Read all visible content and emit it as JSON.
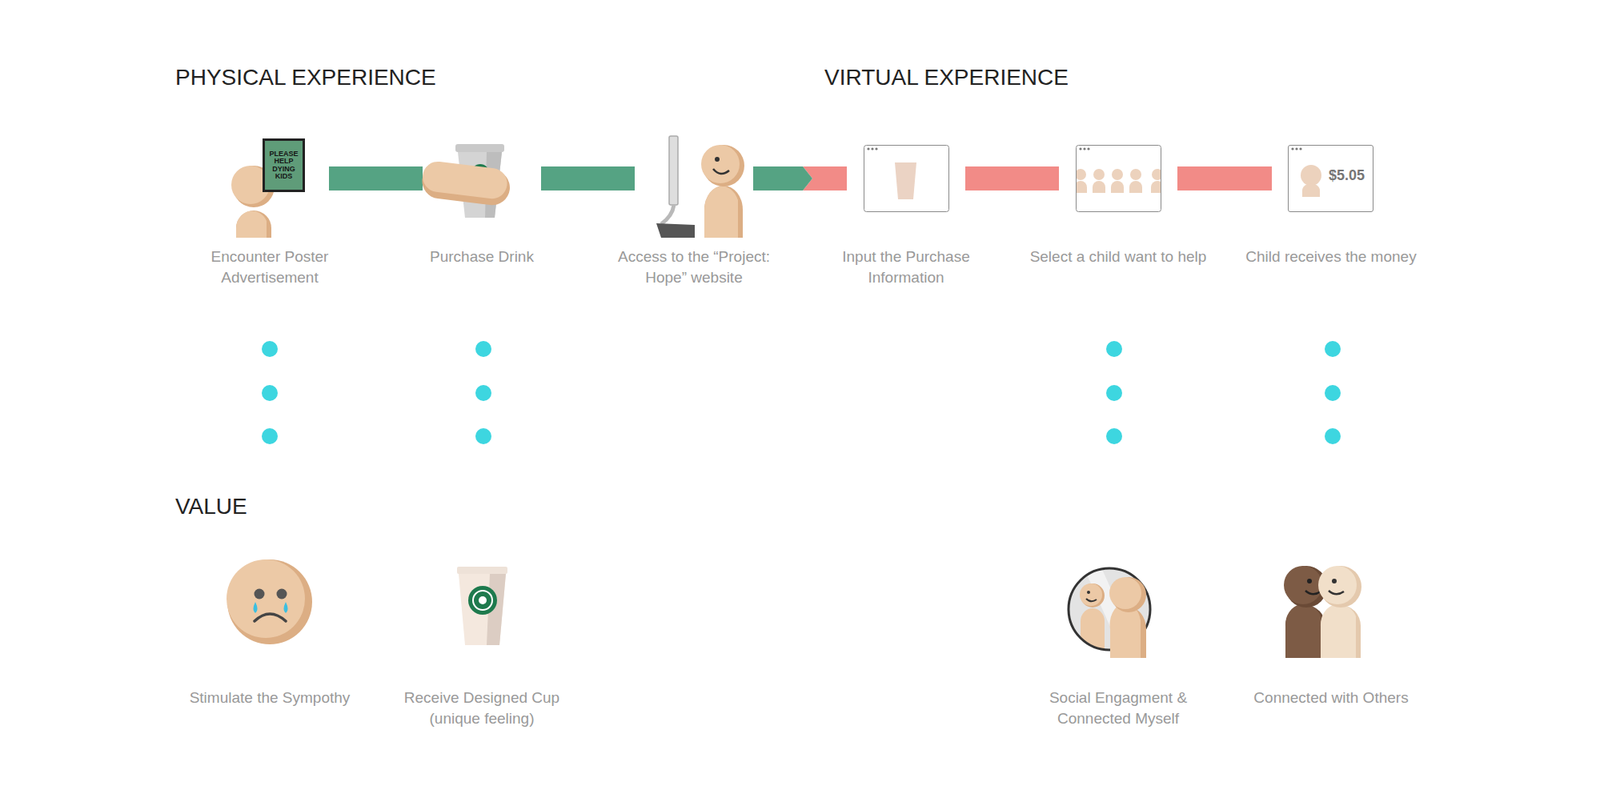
{
  "diagram": {
    "nodes": [
      {
        "text": [
          "PLEASE HELP DYING KIDS"
        ]
      },
      {
        "text": [
          "$5.05"
        ]
      }
    ],
    "labels": [
      "PHYSICAL EXPERIENCE",
      "VIRTUAL EXPERIENCE",
      "Encounter Poster Advertisement",
      "Purchase Drink",
      "Access to the “Project: Hope” website",
      "Input the Purchase Information",
      "Select a child want to help",
      "Child receives the money",
      "VALUE",
      "Stimulate the Sympothy",
      "Receive Designed Cup (unique feeling)",
      "Social Engagment & Connected Myself",
      "Connected with Others"
    ]
  }
}
